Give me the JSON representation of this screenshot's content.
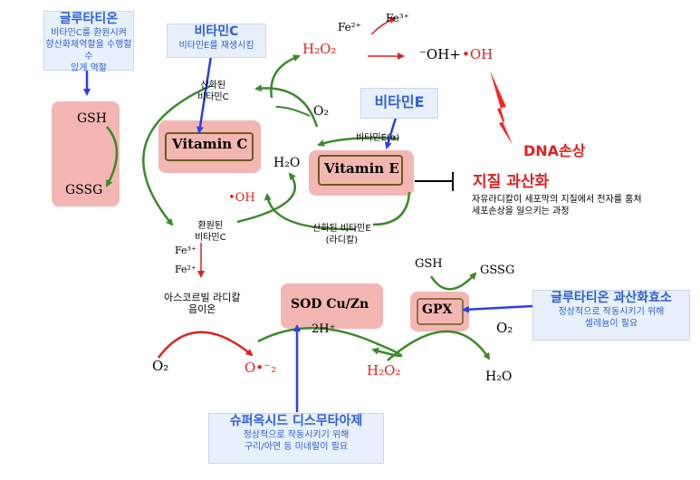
{
  "colors": {
    "green": "#3a8a2a",
    "red": "#e02020",
    "blue": "#2b3fe6",
    "pink": "#f4b6b3",
    "box_text": "#2f5fd8"
  },
  "glutathione_box": {
    "title": "글루타티온",
    "desc": [
      "비타민C를 환원시켜",
      "항산화제역할을 수행할 수",
      "있게 역할"
    ]
  },
  "vitc_box": {
    "title": "비타민C",
    "desc": "비타민E를 재생시킴"
  },
  "vite_box": {
    "title": "비타민E"
  },
  "nodes": {
    "gsh": "GSH",
    "gssg": "GSSG",
    "vitamin_c": "Vitamin C",
    "vitamin_e": "Vitamin E",
    "oxidized_vitc": [
      "산화된",
      "비타민C"
    ],
    "reduced_vitc": [
      "환원된",
      "비타민C"
    ],
    "vite_alpha": "비타민E(α)",
    "oxidized_vite": [
      "산화된 비타민E",
      "(라디칼)"
    ],
    "oh_radical": "•OH",
    "h2o_1": "H₂O",
    "o2_top": "O₂",
    "h2o2_top": "H₂O₂",
    "fe2_top": "Fe²⁺",
    "fe3_top": "Fe³⁺",
    "oh_minus": "⁻OH+",
    "oh_radical_top": "•OH",
    "dna_damage": "DNA손상",
    "lipid_perox_title": "지질 과산화",
    "lipid_perox_desc": [
      "자유라디칼이 세포막의 지질에서 전자를 훔쳐",
      "세포손상을 일으키는 과정"
    ],
    "fe3_mid": "Fe³⁺",
    "fe2_mid": "Fe²⁺",
    "ascorbyl": [
      "아스코르빌 라디칼",
      "음이온"
    ],
    "o2_left": "O₂",
    "superoxide": "O•⁻₂",
    "sod": "SOD Cu/Zn",
    "two_h": "2H⁺",
    "h2o2_bottom": "H₂O₂",
    "gpx": "GPX",
    "gsh_right": "GSH",
    "gssg_right": "GSSG",
    "o2_right": "O₂",
    "h2o_right": "H₂O"
  },
  "gpx_box": {
    "title": "글루타티온 과산화효소",
    "desc": [
      "정상적으로 작동시키기 위해",
      "셀레늄이 필요"
    ]
  },
  "sod_box": {
    "title": "슈퍼옥시드 디스무타아제",
    "desc": [
      "정상적으로 작동시키기 위해",
      "구리/아연 등 미네랄이 필요"
    ]
  }
}
